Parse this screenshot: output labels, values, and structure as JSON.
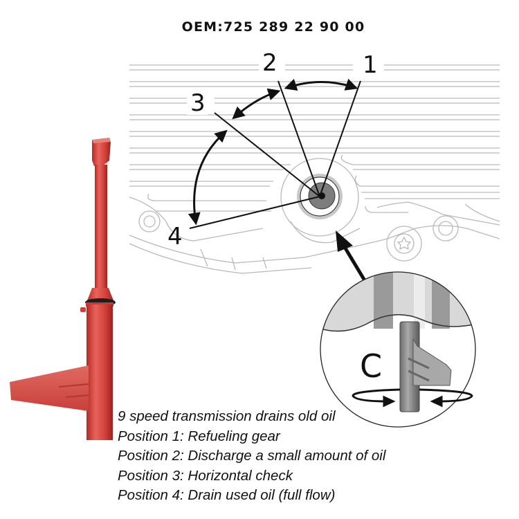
{
  "header": {
    "oem_label": "OEM:725 289 22 90 00"
  },
  "diagram": {
    "positions": [
      {
        "number": "1"
      },
      {
        "number": "2"
      },
      {
        "number": "3"
      },
      {
        "number": "4"
      }
    ],
    "detail_label": "C",
    "tool_color": "#d9443f",
    "line_color": "#111111",
    "housing_color": "#bdbdbd"
  },
  "caption": {
    "title": "9 speed transmission drains old oil",
    "lines": [
      "Position 1: Refueling gear",
      "Position 2: Discharge a small amount of oil",
      "Position 3: Horizontal check",
      "Position 4: Drain used oil (full flow)"
    ]
  }
}
